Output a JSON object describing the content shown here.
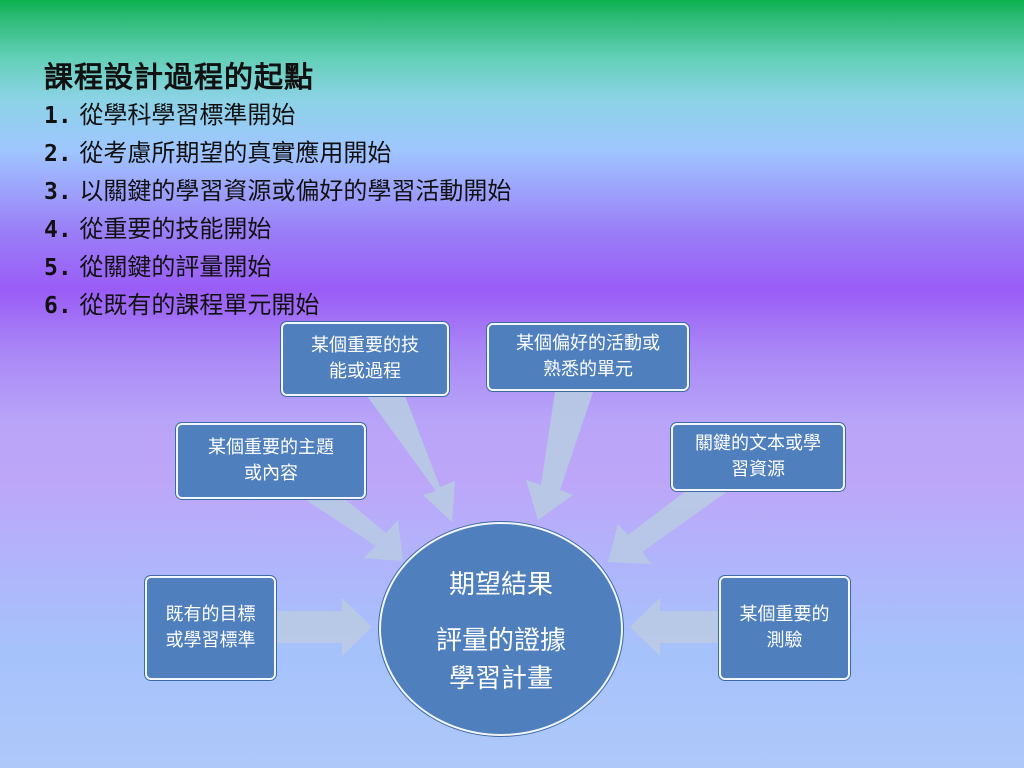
{
  "slide": {
    "title": "課程設計過程的起點",
    "steps": [
      {
        "num": "1.",
        "text": "從學科學習標準開始"
      },
      {
        "num": "2.",
        "text": "從考慮所期望的真實應用開始"
      },
      {
        "num": "3.",
        "text": "以關鍵的學習資源或偏好的學習活動開始"
      },
      {
        "num": "4.",
        "text": "從重要的技能開始"
      },
      {
        "num": "5.",
        "text": "從關鍵的評量開始"
      },
      {
        "num": "6.",
        "text": "從既有的課程單元開始"
      }
    ]
  },
  "diagram": {
    "center": {
      "line1": "期望結果",
      "line2": "評量的證據",
      "line3": "學習計畫"
    },
    "nodes": {
      "topic": {
        "line1": "某個重要的主題",
        "line2": "或內容"
      },
      "skill": {
        "line1": "某個重要的技",
        "line2": "能或過程"
      },
      "activity": {
        "line1": "某個偏好的活動或",
        "line2": "熟悉的單元"
      },
      "texts": {
        "line1": "關鍵的文本或學",
        "line2": "習資源"
      },
      "goals": {
        "line1": "既有的目標",
        "line2": "或學習標準"
      },
      "test": {
        "line1": "某個重要的",
        "line2": "測驗"
      }
    },
    "colors": {
      "box": "#4f7fbd",
      "arrow": "#b9c9e6",
      "border": "#f2f6ff"
    }
  }
}
